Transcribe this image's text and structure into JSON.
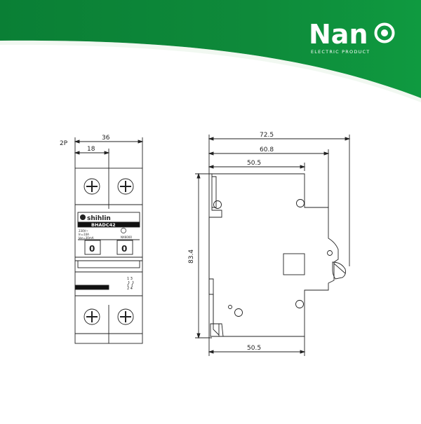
{
  "brand": {
    "name": "Nan",
    "tagline": "ELECTRIC PRODUCT",
    "logo_o_icon": "power-ring-icon",
    "color_green": "#0e8a3a",
    "color_dark_green": "#076b2c"
  },
  "front_view": {
    "pole_label": "2P",
    "overall_width": "36",
    "pole_width": "18",
    "device_brand": "shihlin",
    "model": "BHADC42",
    "spec_line1": "230V~",
    "spec_line2": "In=10A",
    "spec_line3": "I∆n=30mA",
    "std_mark": "NX6000",
    "toggle_left": "0",
    "toggle_right": "0",
    "terminal_top_marks": "1 3",
    "terminal_bottom_marks": "2 4"
  },
  "side_view": {
    "depth_total": "72.5",
    "depth_mid": "60.8",
    "depth_rail_top": "50.5",
    "height": "83.4",
    "depth_rail_bottom": "50.5"
  }
}
